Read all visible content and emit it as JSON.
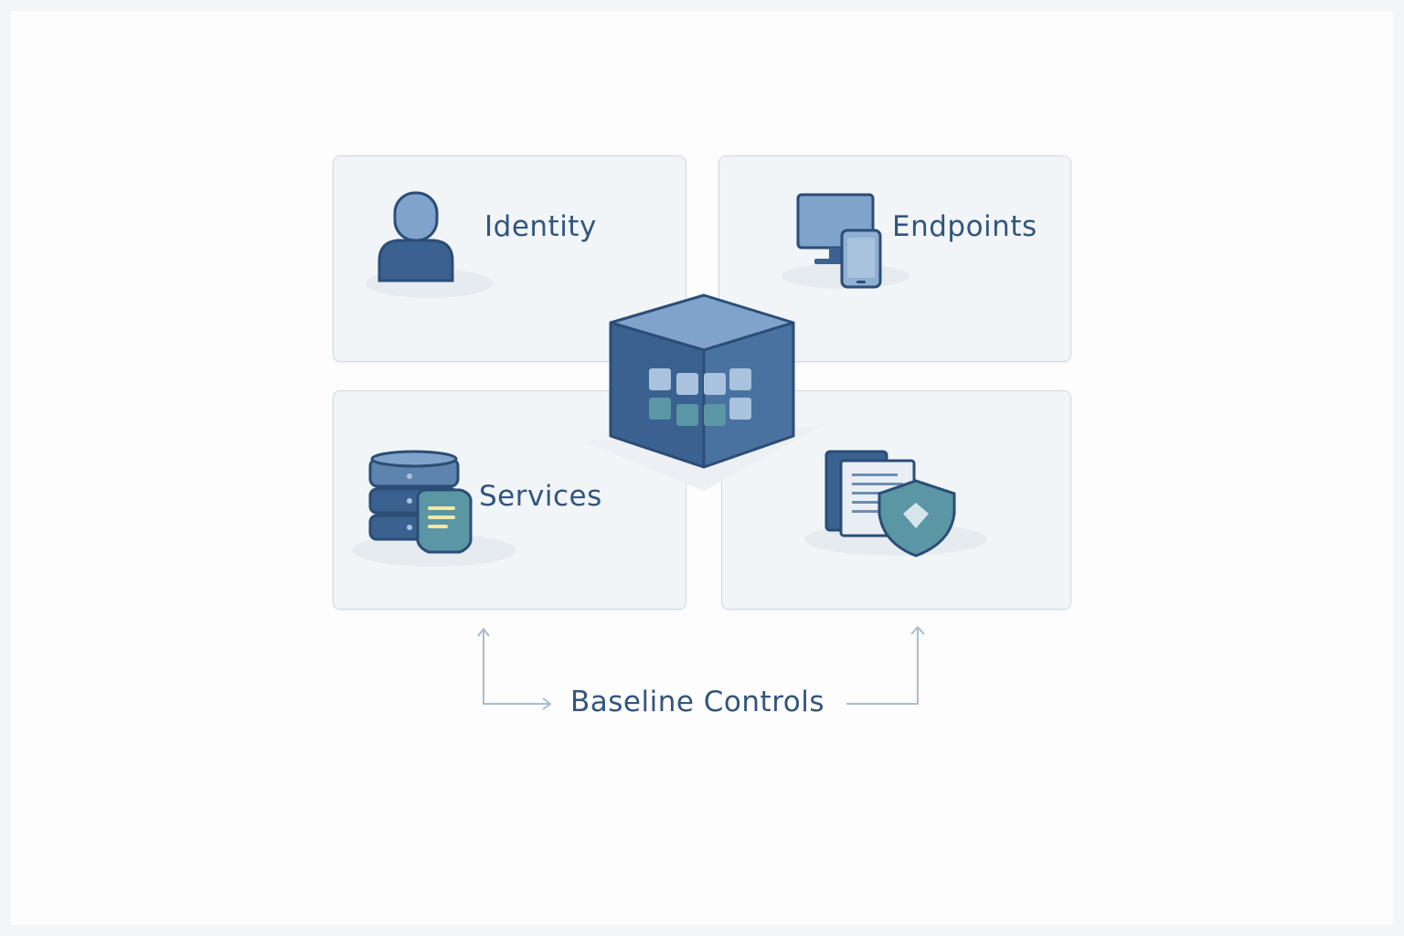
{
  "diagram": {
    "cards": [
      {
        "id": "identity",
        "label": "Identity",
        "icon": "user-icon"
      },
      {
        "id": "endpoints",
        "label": "Endpoints",
        "icon": "monitor-tablet-icon"
      },
      {
        "id": "services",
        "label": "Services",
        "icon": "server-stack-icon"
      },
      {
        "id": "data",
        "label": "",
        "icon": "document-shield-icon"
      }
    ],
    "center": {
      "icon": "cube-grid-icon"
    },
    "caption": "Baseline Controls",
    "colors": {
      "primary": "#3a618f",
      "light": "#7fa3cb",
      "teal": "#5a96a3",
      "card_bg": "#f2f5f8",
      "card_border": "#cfd8e2",
      "connector": "#a9bccd"
    }
  }
}
